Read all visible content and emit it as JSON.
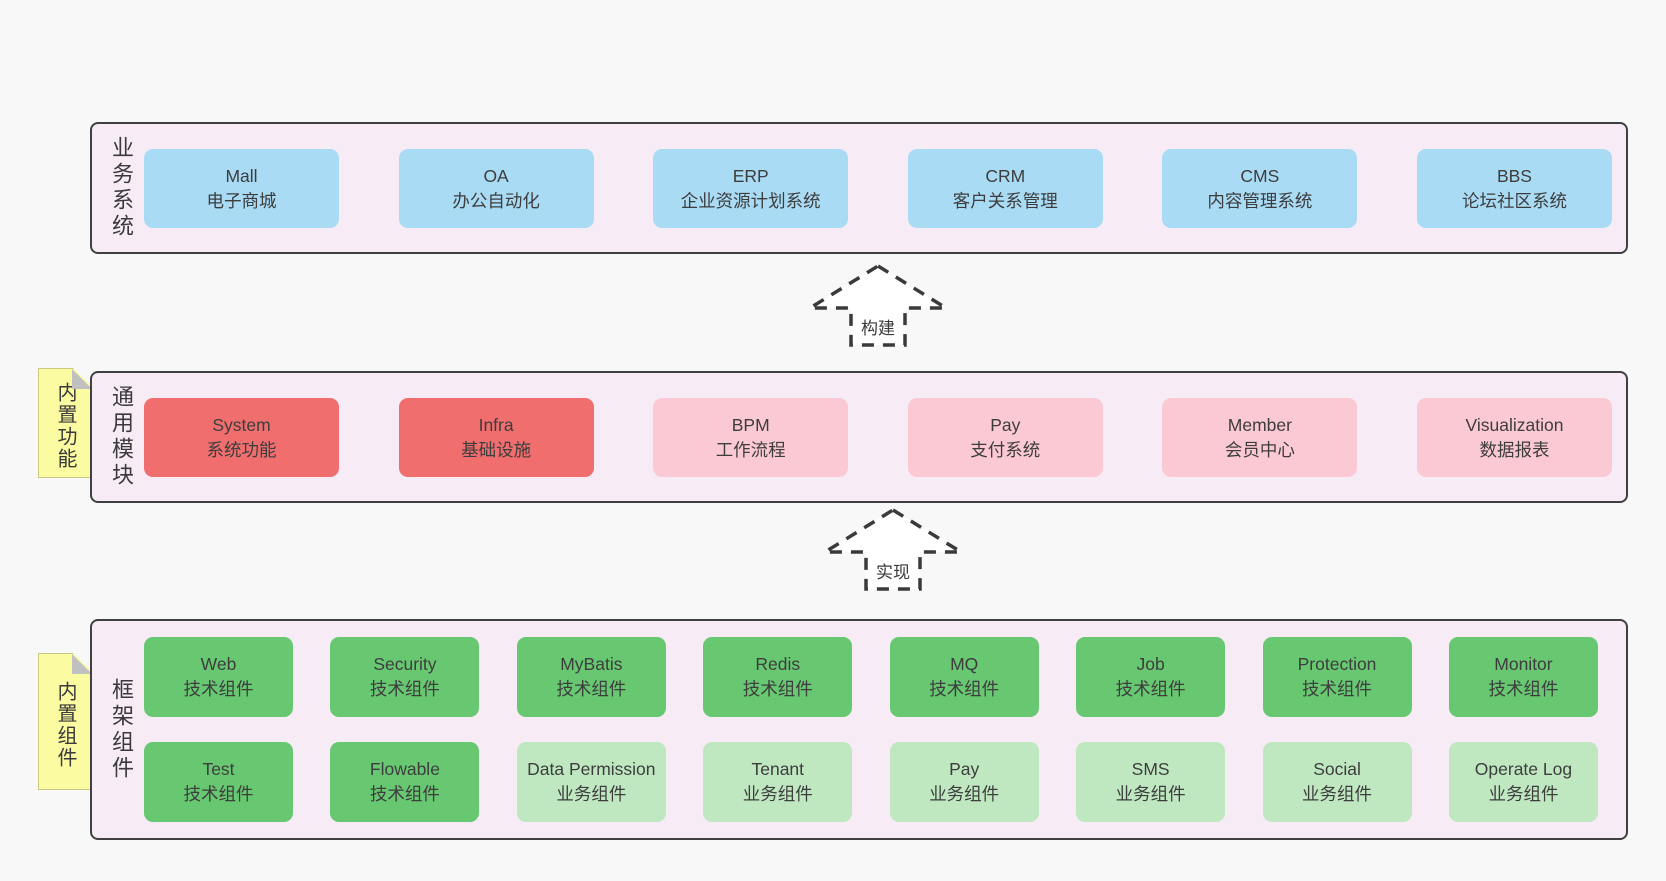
{
  "colors": {
    "page_bg": "#f8f8f8",
    "panel_bg": "#f7ecf6",
    "panel_border": "#404040",
    "box_blue": "#a9dbf5",
    "box_red": "#f06e6e",
    "box_pink": "#fbc9d4",
    "box_green": "#67c871",
    "box_green_light": "#bfe8c1",
    "sticky_yellow": "#fbfba2",
    "fold_gray": "#c0c0c0",
    "text": "#3d3d3d"
  },
  "arrows": {
    "build": "构建",
    "implement": "实现"
  },
  "sections": {
    "business": {
      "label": "业务系统",
      "boxes": [
        {
          "title": "Mall",
          "subtitle": "电子商城",
          "variant": "blue"
        },
        {
          "title": "OA",
          "subtitle": "办公自动化",
          "variant": "blue"
        },
        {
          "title": "ERP",
          "subtitle": "企业资源计划系统",
          "variant": "blue"
        },
        {
          "title": "CRM",
          "subtitle": "客户关系管理",
          "variant": "blue"
        },
        {
          "title": "CMS",
          "subtitle": "内容管理系统",
          "variant": "blue"
        },
        {
          "title": "BBS",
          "subtitle": "论坛社区系统",
          "variant": "blue"
        }
      ]
    },
    "modules": {
      "label": "通用模块",
      "sticky": "内置功能",
      "boxes": [
        {
          "title": "System",
          "subtitle": "系统功能",
          "variant": "red"
        },
        {
          "title": "Infra",
          "subtitle": "基础设施",
          "variant": "red"
        },
        {
          "title": "BPM",
          "subtitle": "工作流程",
          "variant": "pink"
        },
        {
          "title": "Pay",
          "subtitle": "支付系统",
          "variant": "pink"
        },
        {
          "title": "Member",
          "subtitle": "会员中心",
          "variant": "pink"
        },
        {
          "title": "Visualization",
          "subtitle": "数据报表",
          "variant": "pink"
        }
      ]
    },
    "framework": {
      "label": "框架组件",
      "sticky": "内置组件",
      "row1": [
        {
          "title": "Web",
          "subtitle": "技术组件",
          "variant": "green"
        },
        {
          "title": "Security",
          "subtitle": "技术组件",
          "variant": "green"
        },
        {
          "title": "MyBatis",
          "subtitle": "技术组件",
          "variant": "green"
        },
        {
          "title": "Redis",
          "subtitle": "技术组件",
          "variant": "green"
        },
        {
          "title": "MQ",
          "subtitle": "技术组件",
          "variant": "green"
        },
        {
          "title": "Job",
          "subtitle": "技术组件",
          "variant": "green"
        },
        {
          "title": "Protection",
          "subtitle": "技术组件",
          "variant": "green"
        },
        {
          "title": "Monitor",
          "subtitle": "技术组件",
          "variant": "green"
        }
      ],
      "row2": [
        {
          "title": "Test",
          "subtitle": "技术组件",
          "variant": "green"
        },
        {
          "title": "Flowable",
          "subtitle": "技术组件",
          "variant": "green"
        },
        {
          "title": "Data Permission",
          "subtitle": "业务组件",
          "variant": "green-light"
        },
        {
          "title": "Tenant",
          "subtitle": "业务组件",
          "variant": "green-light"
        },
        {
          "title": "Pay",
          "subtitle": "业务组件",
          "variant": "green-light"
        },
        {
          "title": "SMS",
          "subtitle": "业务组件",
          "variant": "green-light"
        },
        {
          "title": "Social",
          "subtitle": "业务组件",
          "variant": "green-light"
        },
        {
          "title": "Operate Log",
          "subtitle": "业务组件",
          "variant": "green-light"
        }
      ]
    }
  }
}
